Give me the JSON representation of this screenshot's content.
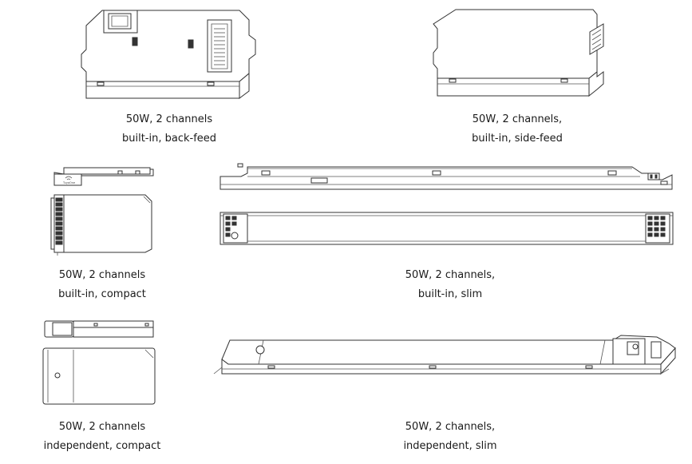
{
  "items": [
    {
      "line1": "50W, 2 channels",
      "line2": "built-in, back-feed"
    },
    {
      "line1": "50W, 2 channels,",
      "line2": "built-in, side-feed"
    },
    {
      "line1": "50W, 2 channels",
      "line2": "built-in, compact"
    },
    {
      "line1": "50W, 2 channels,",
      "line2": "built-in, slim"
    },
    {
      "line1": "50W, 2 channels",
      "line2": "independent, compact"
    },
    {
      "line1": "50W, 2 channels,",
      "line2": "independent, slim"
    }
  ],
  "icons": {
    "compact_label_text": "TuyaOne"
  }
}
